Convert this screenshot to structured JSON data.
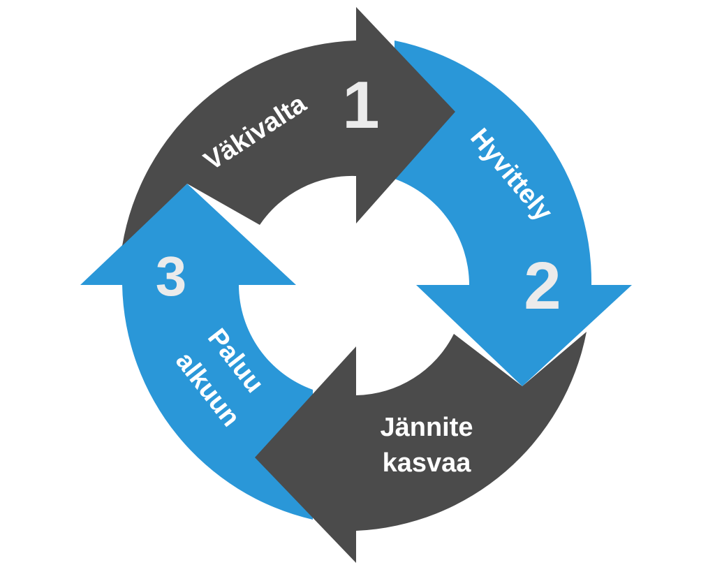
{
  "colors": {
    "dark": "#4b4b4b",
    "blue": "#2a97d8",
    "label": "#ffffff",
    "number": "#ebebeb"
  },
  "steps": [
    {
      "number": "1",
      "label": "Väkivalta",
      "color": "dark"
    },
    {
      "number": "2",
      "label": "Hyvittely",
      "color": "blue"
    },
    {
      "label_line1": "Jännite",
      "label_line2": "kasvaa",
      "color": "dark"
    },
    {
      "number": "3",
      "label_line1": "Paluu",
      "label_line2": "alkuun",
      "color": "blue"
    }
  ]
}
